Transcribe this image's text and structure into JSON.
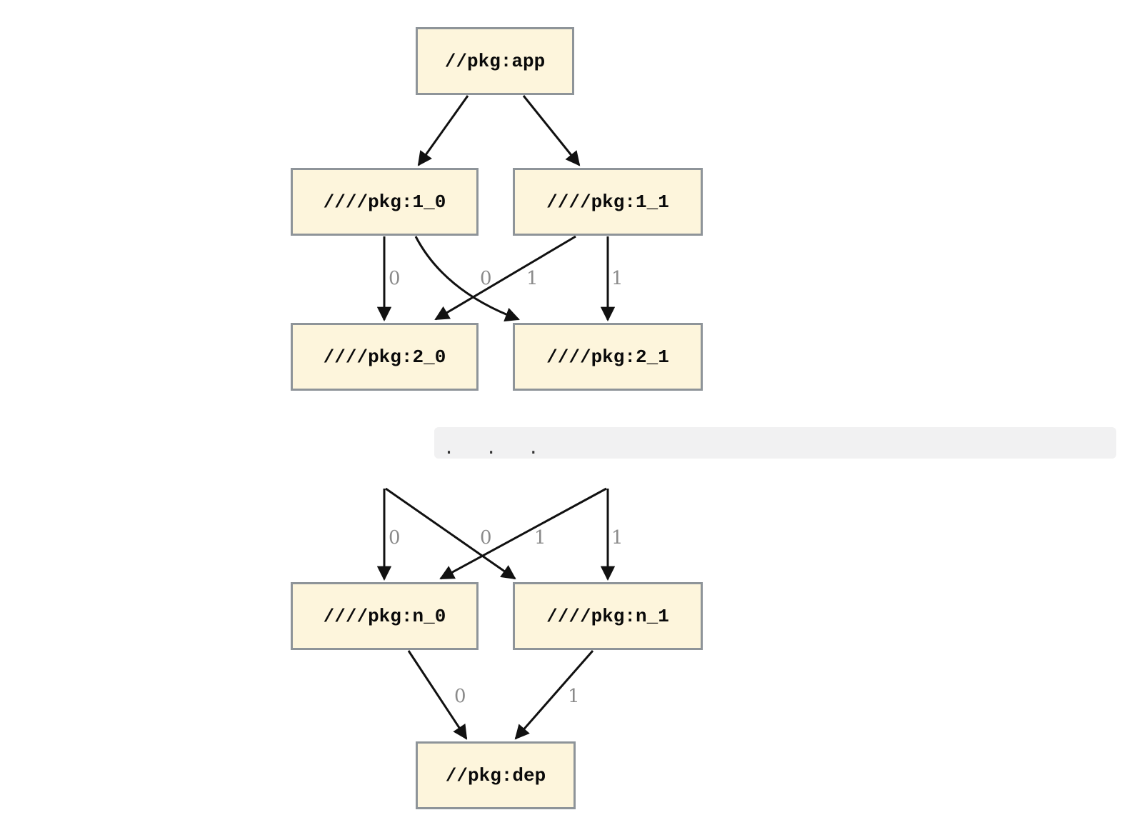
{
  "diagram": {
    "nodes": [
      {
        "id": "app",
        "label": "//pkg:app"
      },
      {
        "id": "1_0",
        "label": "////pkg:1_0"
      },
      {
        "id": "1_1",
        "label": "////pkg:1_1"
      },
      {
        "id": "2_0",
        "label": "////pkg:2_0"
      },
      {
        "id": "2_1",
        "label": "////pkg:2_1"
      },
      {
        "id": "n_0",
        "label": "////pkg:n_0"
      },
      {
        "id": "n_1",
        "label": "////pkg:n_1"
      },
      {
        "id": "dep",
        "label": "//pkg:dep"
      }
    ],
    "edges": [
      {
        "from": "app",
        "to": "1_0",
        "label": ""
      },
      {
        "from": "app",
        "to": "1_1",
        "label": ""
      },
      {
        "from": "1_0",
        "to": "2_0",
        "label": "0"
      },
      {
        "from": "1_0",
        "to": "2_1",
        "label": "0"
      },
      {
        "from": "1_1",
        "to": "2_0",
        "label": "1"
      },
      {
        "from": "1_1",
        "to": "2_1",
        "label": "1"
      },
      {
        "from": "...",
        "to": "n_0",
        "label": "0"
      },
      {
        "from": "...",
        "to": "n_1",
        "label": "0"
      },
      {
        "from": "...",
        "to": "n_0",
        "label": "1"
      },
      {
        "from": "...",
        "to": "n_1",
        "label": "1"
      },
      {
        "from": "n_0",
        "to": "dep",
        "label": "0"
      },
      {
        "from": "n_1",
        "to": "dep",
        "label": "1"
      }
    ],
    "ellipsis": ".  .  .",
    "colors": {
      "node_fill": "#fdf5dc",
      "node_border": "#8e9499",
      "edge": "#111111",
      "edge_label": "#8a8a8a",
      "band_bg": "#f1f1f2"
    }
  }
}
